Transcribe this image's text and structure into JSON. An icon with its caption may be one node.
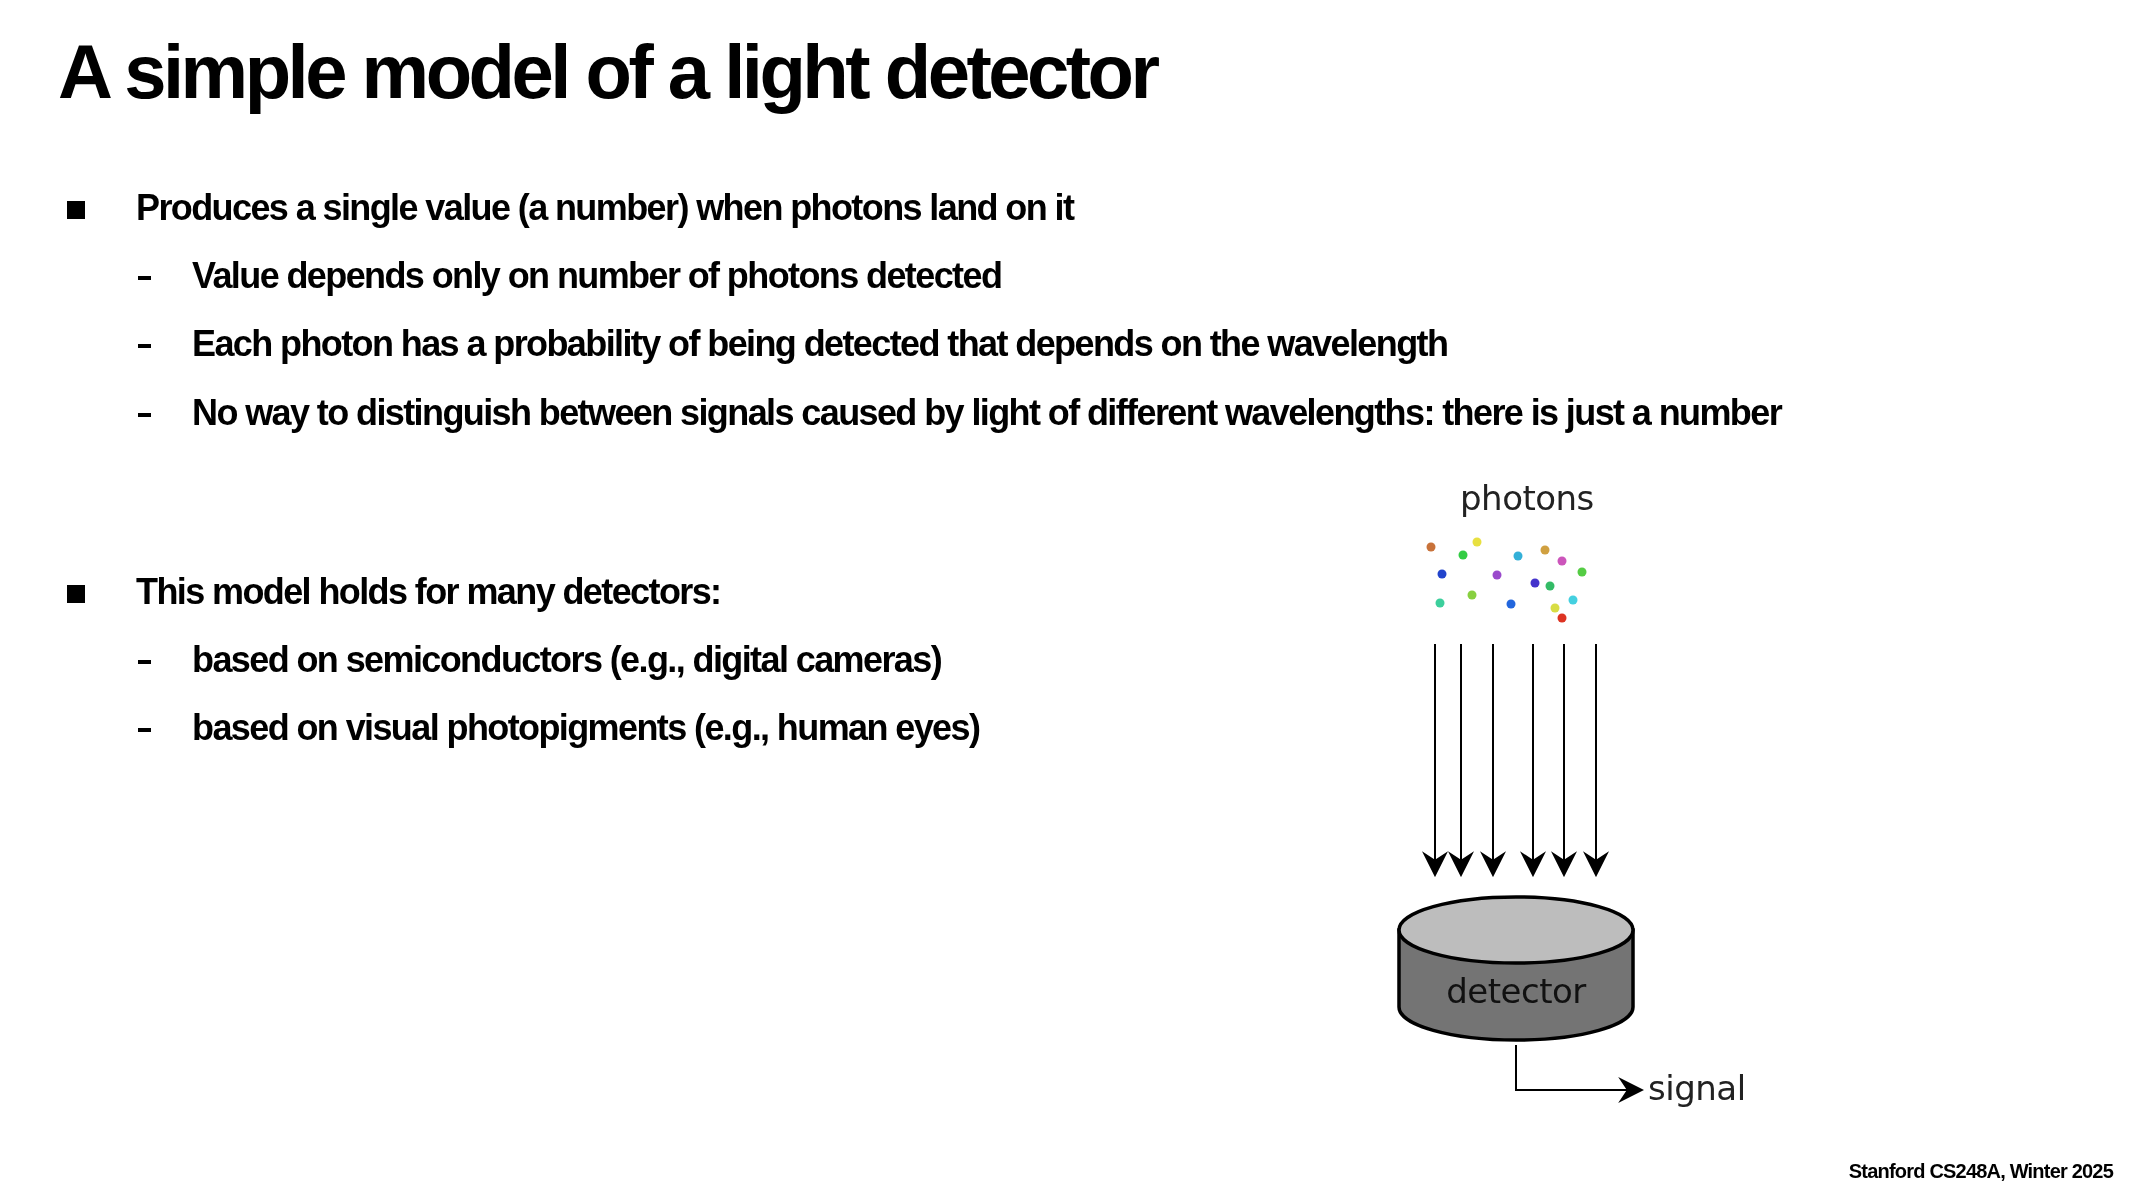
{
  "diagram": {
    "title": "A simple model of a light detector",
    "nodes": [
      {
        "text": [
          "photons"
        ]
      },
      {
        "text": [
          "detector"
        ]
      },
      {
        "text": [
          "signal"
        ]
      }
    ],
    "edges": [
      {
        "from": 0,
        "to": 1,
        "arrow": "to"
      },
      {
        "from": 0,
        "to": 1,
        "arrow": "to"
      },
      {
        "from": 0,
        "to": 1,
        "arrow": "to"
      },
      {
        "from": 0,
        "to": 1,
        "arrow": "to"
      },
      {
        "from": 0,
        "to": 1,
        "arrow": "to"
      },
      {
        "from": 0,
        "to": 1,
        "arrow": "to"
      },
      {
        "from": 1,
        "to": 2,
        "arrow": "to"
      }
    ],
    "labels": [
      "Produces a single value (a number) when photons land on it",
      "Value depends only on number of photons detected",
      "Each photon has a probability of being detected that depends on the wavelength",
      "No way to distinguish between signals caused by light of different wavelengths: there is just a number",
      "This model holds for many detectors:",
      "based on semiconductors (e.g., digital cameras)",
      "based on visual photopigments (e.g., human eyes)",
      "Stanford CS248A, Winter 2025"
    ]
  }
}
